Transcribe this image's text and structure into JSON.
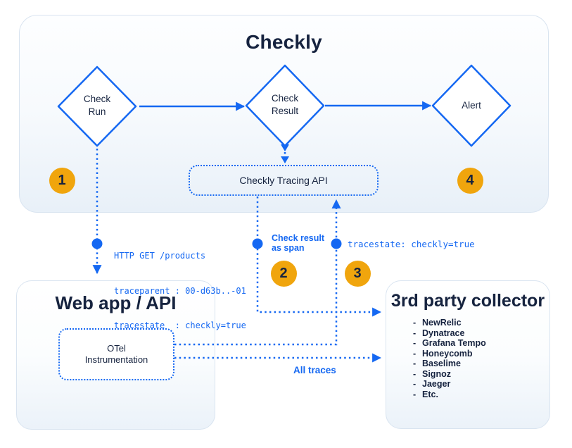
{
  "colors": {
    "accent_blue": "#1568f2",
    "text_navy": "#16233f",
    "badge_orange": "#f0a50d"
  },
  "checkly_panel": {
    "title": "Checkly",
    "check_run": "Check\nRun",
    "check_result": "Check\nResult",
    "alert": "Alert",
    "tracing_api": "Checkly Tracing API"
  },
  "badges": {
    "step1": "1",
    "step2": "2",
    "step3": "3",
    "step4": "4"
  },
  "annotations": {
    "http_lines": [
      "HTTP GET /products",
      "traceparent : 00-d63b..-01",
      "tracestate  : checkly=true"
    ],
    "check_result_as_span": "Check result\nas span",
    "tracestate": "tracestate: checkly=true",
    "all_traces": "All traces"
  },
  "web_app": {
    "title": "Web app / API",
    "otel": "OTel\nInstrumentation"
  },
  "collector": {
    "title": "3rd party collector",
    "items": [
      "NewRelic",
      "Dynatrace",
      "Grafana Tempo",
      "Honeycomb",
      "Baselime",
      "Signoz",
      "Jaeger",
      "Etc."
    ]
  }
}
